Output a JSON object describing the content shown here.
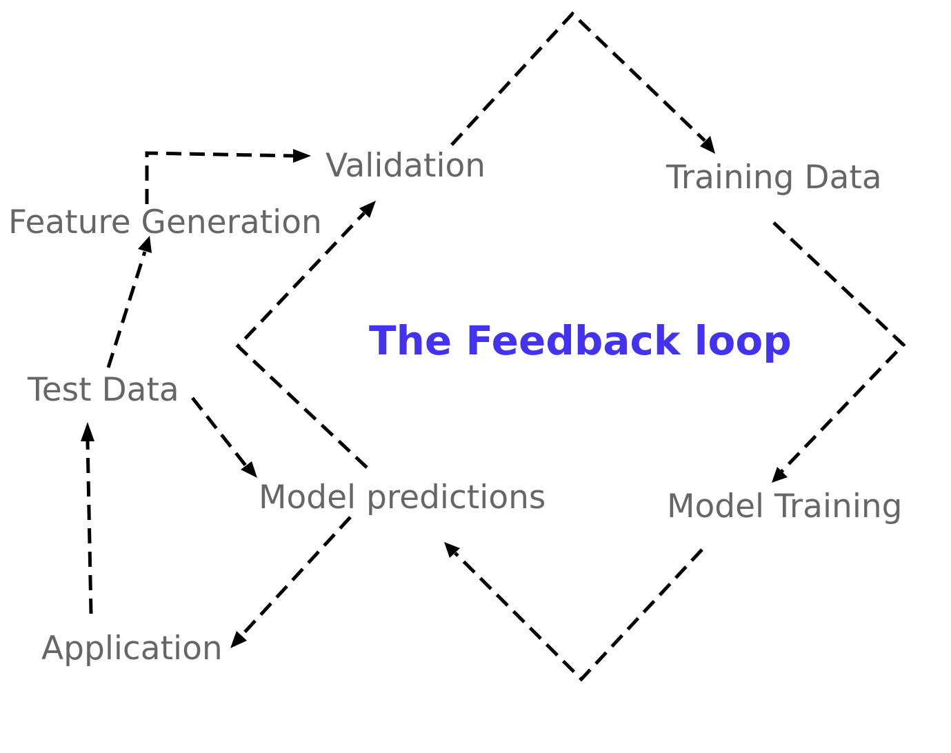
{
  "diagram": {
    "title": "The Feedback loop",
    "title_color": "#4433ee",
    "label_color": "#666666",
    "nodes": {
      "validation": "Validation",
      "training_data": "Training Data",
      "feature_generation": "Feature Generation",
      "test_data": "Test Data",
      "model_predictions": "Model predictions",
      "model_training": "Model Training",
      "application": "Application"
    },
    "edges": [
      {
        "from": "Validation",
        "to": "Training Data"
      },
      {
        "from": "Training Data",
        "to": "Model Training"
      },
      {
        "from": "Model Training",
        "to": "Model predictions"
      },
      {
        "from": "Model predictions",
        "to": "Validation"
      },
      {
        "from": "Model predictions",
        "to": "Application"
      },
      {
        "from": "Application",
        "to": "Test Data"
      },
      {
        "from": "Test Data",
        "to": "Feature Generation"
      },
      {
        "from": "Feature Generation",
        "to": "Validation"
      },
      {
        "from": "Test Data",
        "to": "Model predictions"
      }
    ]
  }
}
